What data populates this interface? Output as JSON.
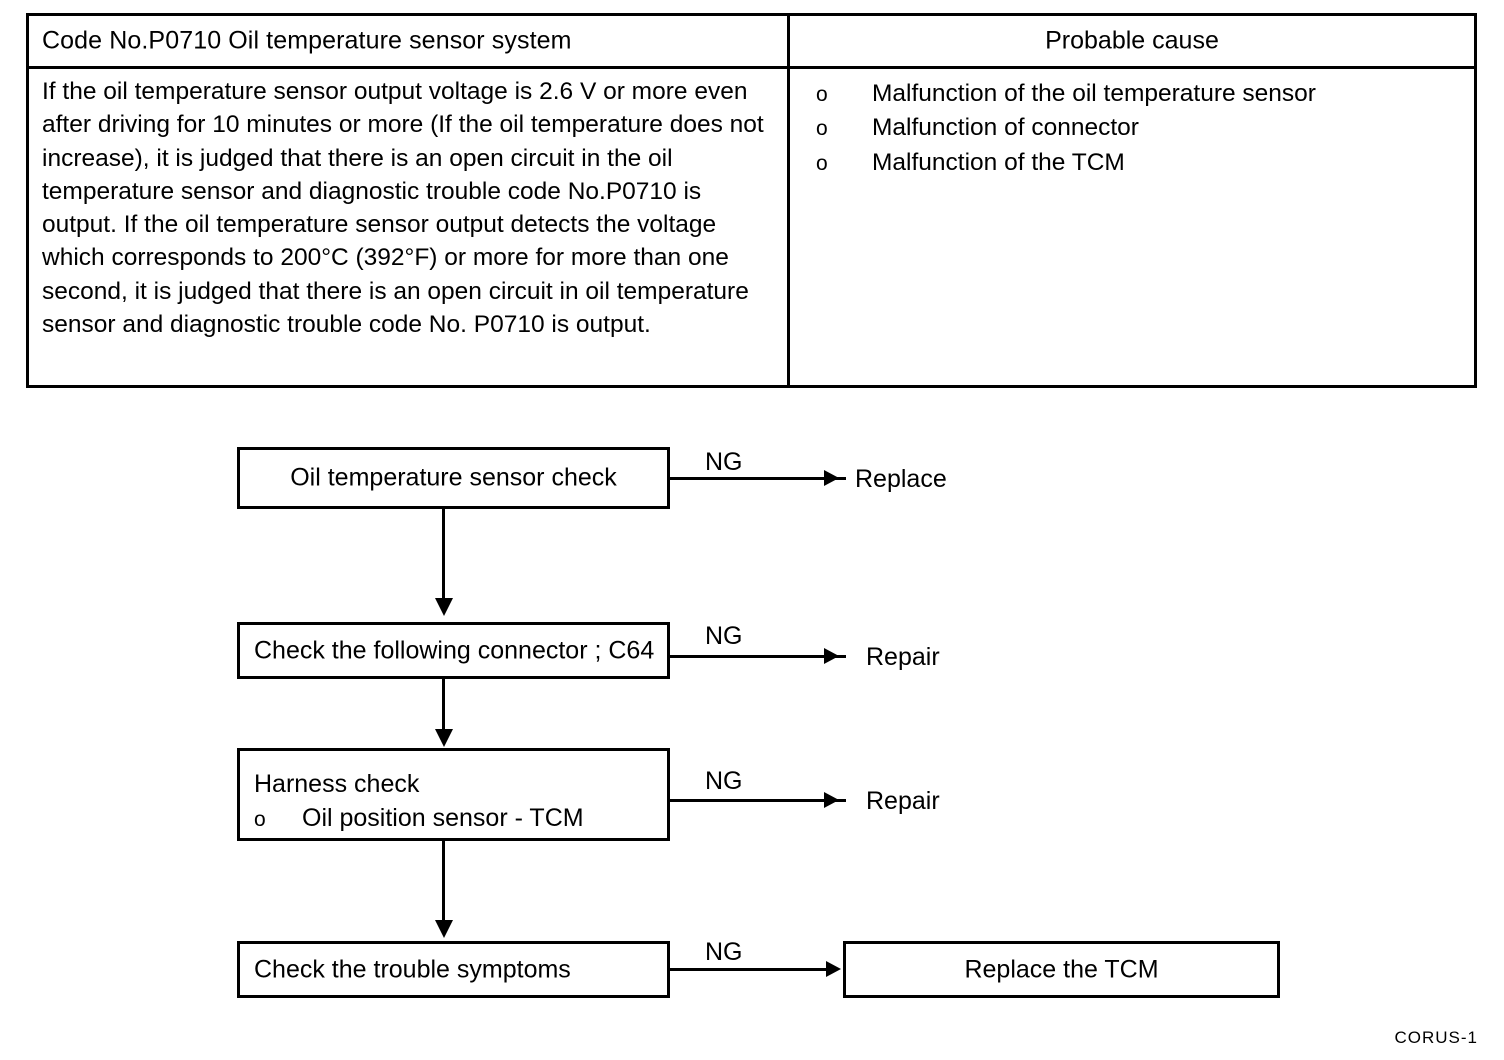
{
  "table": {
    "header_left": "Code No.P0710 Oil temperature sensor system",
    "header_right": "Probable cause",
    "description_paragraphs": [
      "If the oil temperature sensor output voltage is 2.6 V or more even after driving for 10 minutes or more (If the oil temperature does not increase), it is judged that there is an open circuit in the oil temperature sensor and diagnostic trouble code No.P0710 is output. If the oil temperature sensor output detects the voltage which corresponds to 200°C (392°F) or more for more than one second, it is judged that there is an open circuit in oil temperature sensor and diagnostic trouble code No. P0710 is output."
    ],
    "probable_causes": [
      {
        "bullet": "o",
        "text": "Malfunction of the oil temperature sensor"
      },
      {
        "bullet": "o",
        "text": "Malfunction of connector"
      },
      {
        "bullet": "o",
        "text": "Malfunction of the TCM"
      }
    ]
  },
  "flowchart": {
    "steps": [
      {
        "id": "oil-temperature-sensor-check",
        "label": "Oil temperature sensor check",
        "branch_label": "NG",
        "branch_result": "Replace"
      },
      {
        "id": "check-connector-c64",
        "label": "Check the following connector ; C64",
        "branch_label": "NG",
        "branch_result": "Repair"
      },
      {
        "id": "harness-check",
        "label": "Harness check",
        "sub_bullet": "o",
        "sub_label": "Oil position sensor - TCM",
        "branch_label": "NG",
        "branch_result": "Repair"
      },
      {
        "id": "check-trouble-symptoms",
        "label": "Check the trouble symptoms",
        "branch_label": "NG",
        "branch_result": "Replace the TCM"
      }
    ]
  },
  "footer": {
    "reference_code": "CORUS-1"
  }
}
